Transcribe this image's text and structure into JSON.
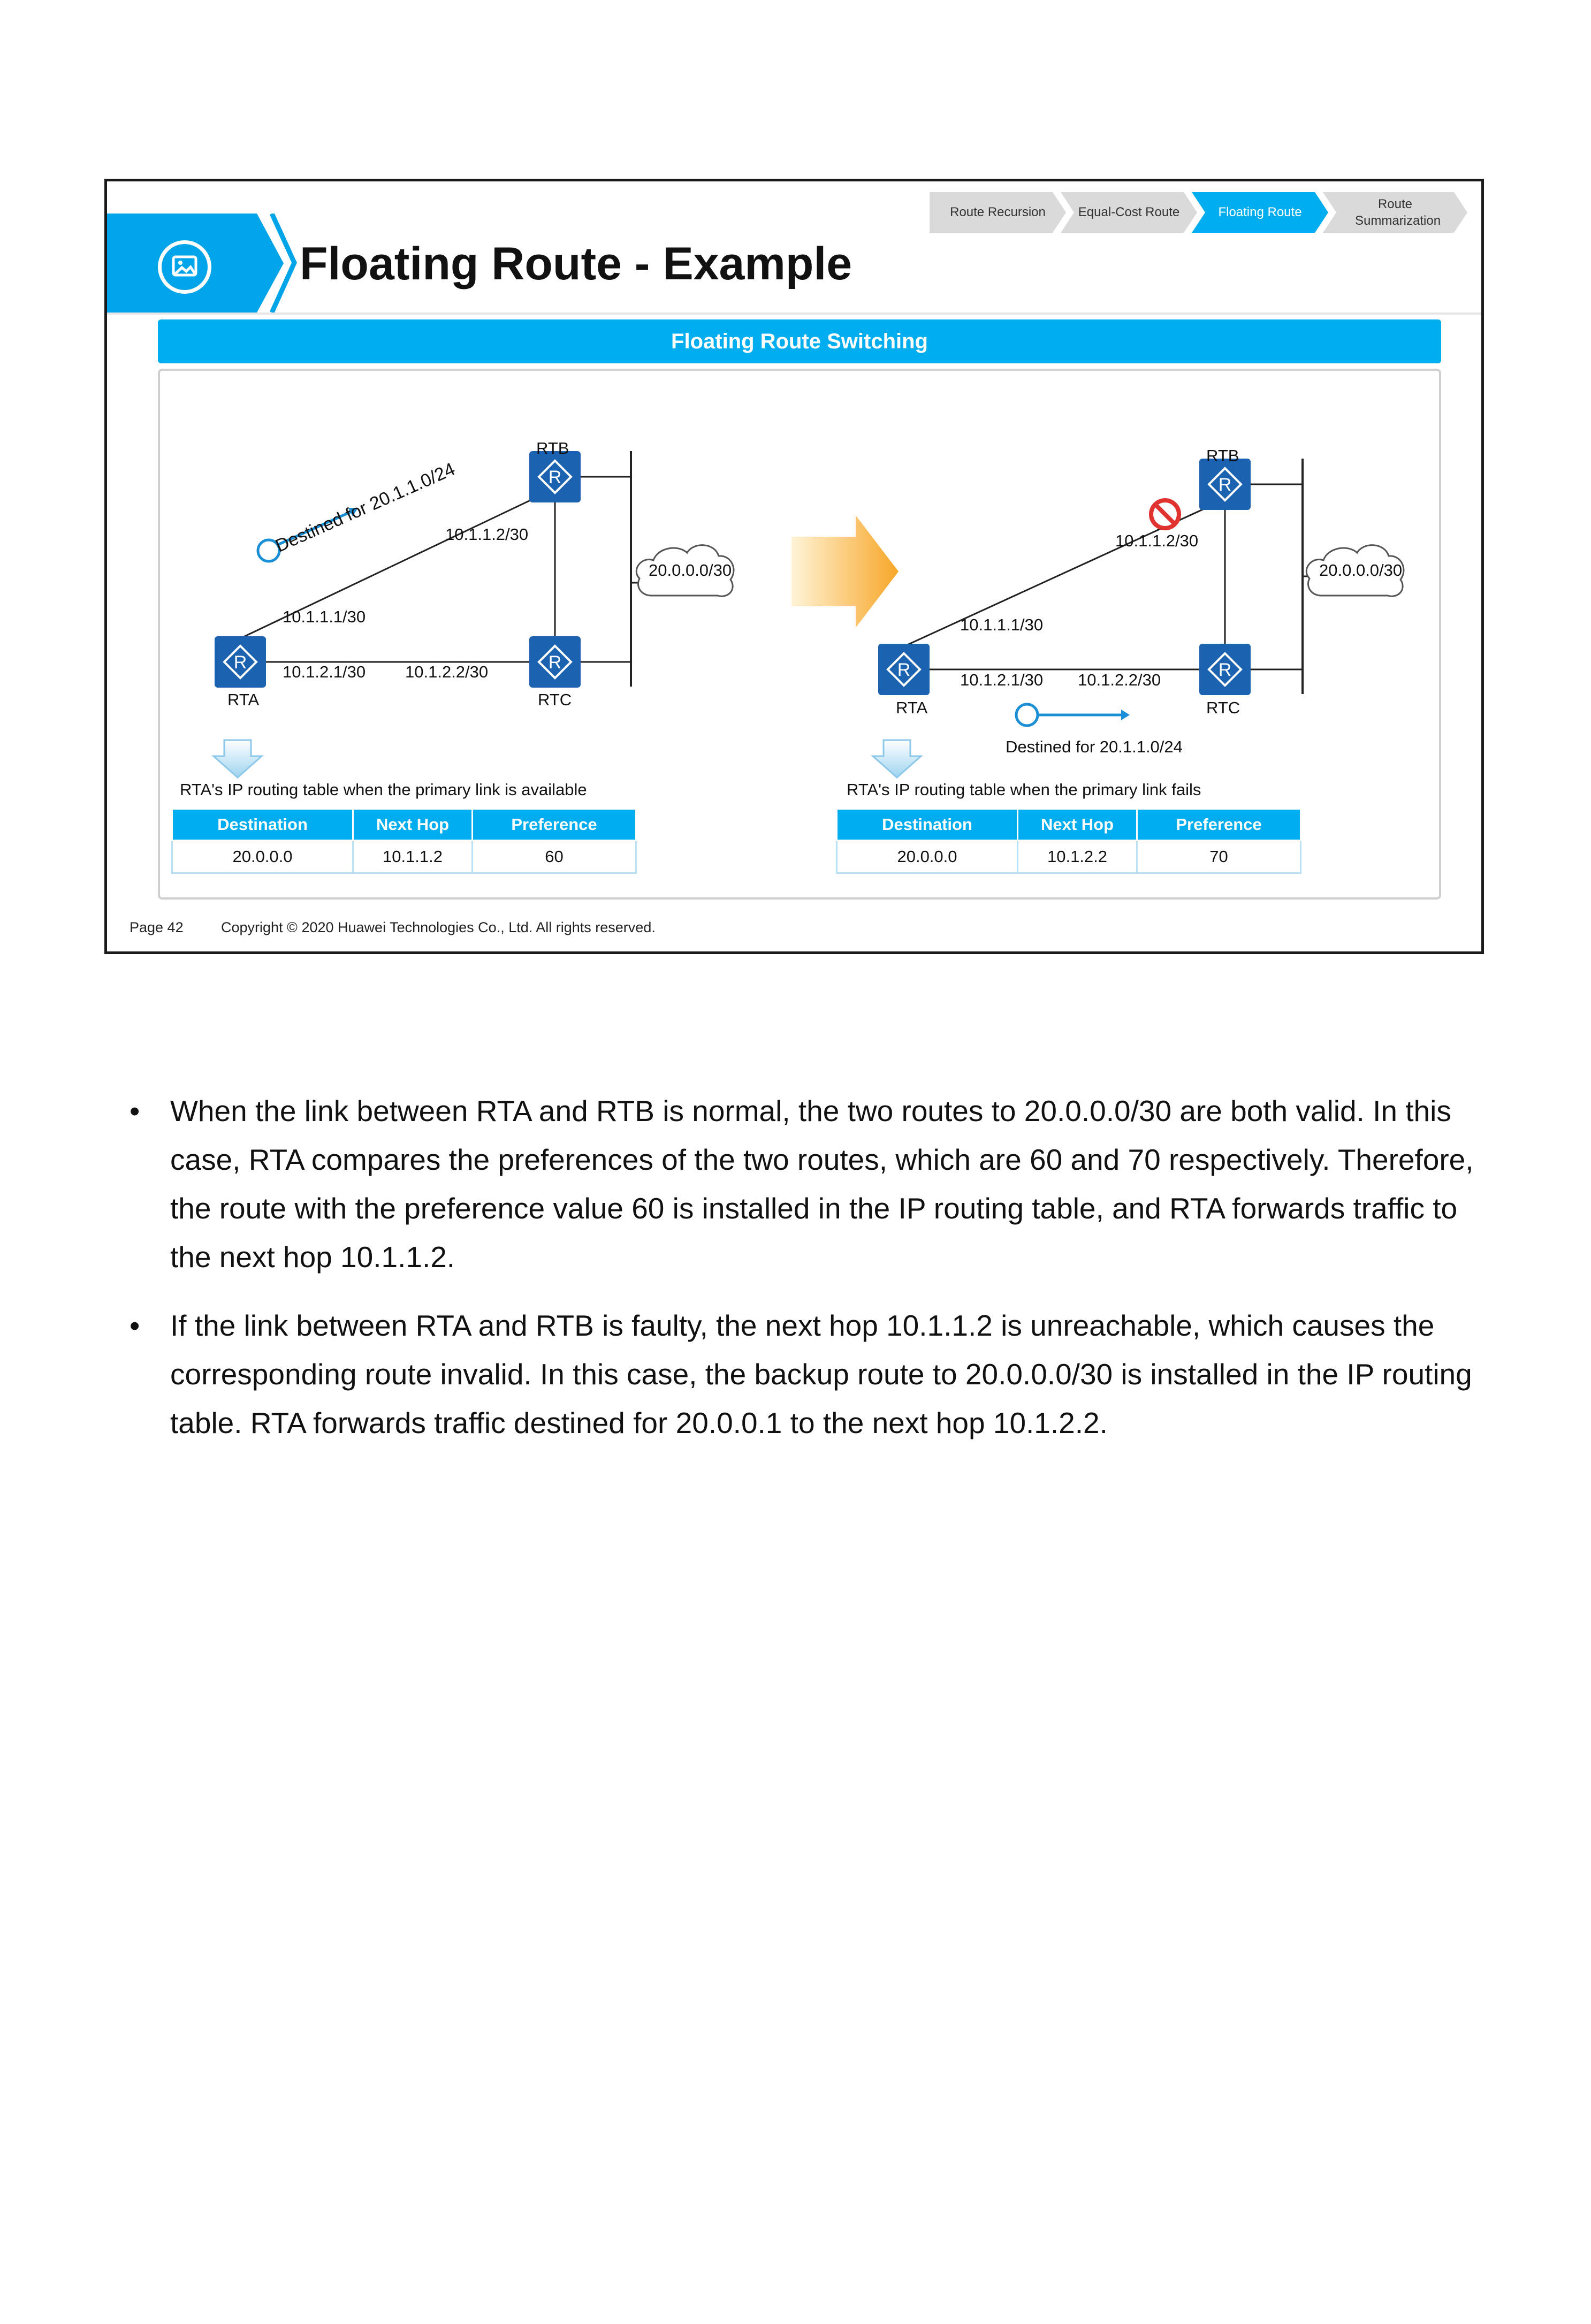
{
  "slide": {
    "title": "Floating Route - Example",
    "breadcrumbs": [
      {
        "label": "Route Recursion",
        "active": false
      },
      {
        "label": "Equal-Cost Route",
        "active": false
      },
      {
        "label": "Floating Route",
        "active": true
      },
      {
        "label": "Route Summarization",
        "active": false
      }
    ],
    "section_header": "Floating Route Switching",
    "left_diagram": {
      "rtb": "RTB",
      "rta": "RTA",
      "rtc": "RTC",
      "rtb_ip": "10.1.1.2/30",
      "rta_ip1": "10.1.1.1/30",
      "rta_ip2": "10.1.2.1/30",
      "rtc_ip": "10.1.2.2/30",
      "network": "20.0.0.0/30",
      "flow_label": "Destined for 20.1.1.0/24",
      "caption": "RTA's IP routing table when the primary link is available"
    },
    "right_diagram": {
      "rtb": "RTB",
      "rta": "RTA",
      "rtc": "RTC",
      "rtb_ip": "10.1.1.2/30",
      "rta_ip1": "10.1.1.1/30",
      "rta_ip2": "10.1.2.1/30",
      "rtc_ip": "10.1.2.2/30",
      "network": "20.0.0.0/30",
      "flow_label": "Destined for 20.1.1.0/24",
      "caption": "RTA's IP routing table when the primary link fails"
    },
    "table_headers": [
      "Destination",
      "Next Hop",
      "Preference"
    ],
    "left_table_row": [
      "20.0.0.0",
      "10.1.1.2",
      "60"
    ],
    "right_table_row": [
      "20.0.0.0",
      "10.1.2.2",
      "70"
    ],
    "footer_page": "Page 42",
    "footer_copyright": "Copyright © 2020 Huawei Technologies Co., Ltd. All rights reserved."
  },
  "colors": {
    "accent": "#00aeef",
    "router": "#1b62b0",
    "fault": "#e0322e",
    "arrow": "#f7a21c"
  },
  "notes": {
    "bullet": "•",
    "p1": "When the link between RTA and RTB is normal, the two routes to 20.0.0.0/30 are both valid. In this case, RTA compares the preferences of the two routes, which are 60 and 70 respectively. Therefore, the route with the preference value 60 is installed in the IP routing table, and RTA forwards traffic to the next hop 10.1.1.2.",
    "p2": "If the link between RTA and RTB is faulty, the next hop 10.1.1.2 is unreachable, which causes the corresponding route invalid. In this case, the backup route to 20.0.0.0/30 is installed in the IP routing table. RTA forwards traffic destined for 20.0.0.1 to the next hop 10.1.2.2."
  }
}
